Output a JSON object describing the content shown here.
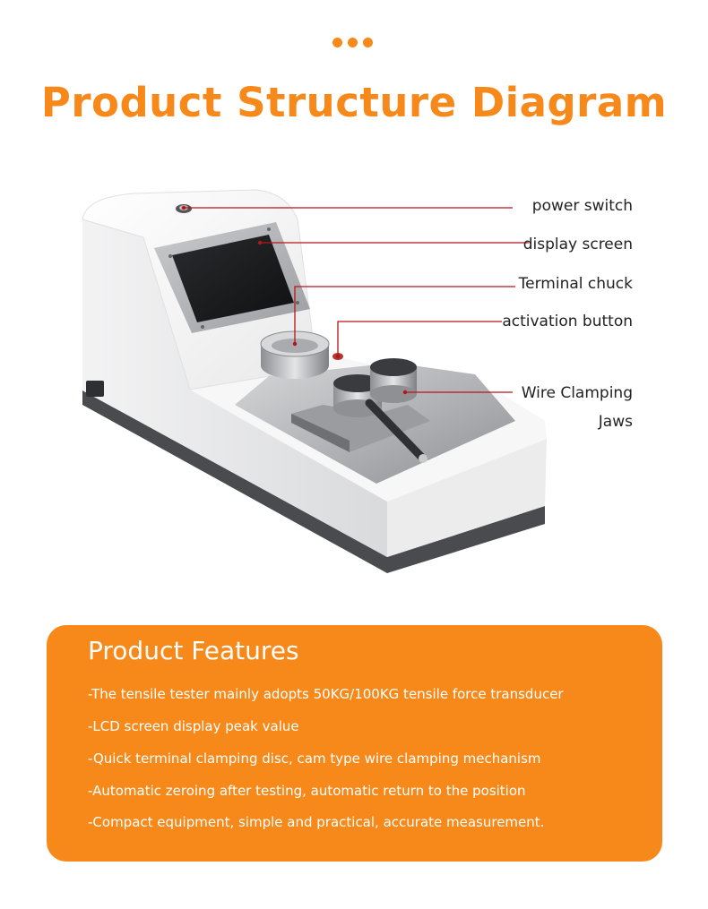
{
  "header": {
    "title": "Product Structure Diagram"
  },
  "diagram": {
    "labels": {
      "power_switch": "power switch",
      "display_screen": "display screen",
      "terminal_chuck": "Terminal chuck",
      "activation_button": "activation button",
      "wire_clamping_line1": "Wire Clamping",
      "wire_clamping_line2": "Jaws"
    },
    "leader_color": "#b5141c"
  },
  "features": {
    "title": "Product Features",
    "items": [
      "-The tensile tester mainly adopts 50KG/100KG tensile force transducer",
      "-LCD screen display peak value",
      "-Quick terminal clamping disc, cam type wire clamping mechanism",
      "-Automatic zeroing after testing, automatic return to the position",
      "-Compact equipment, simple and practical, accurate measurement."
    ]
  },
  "colors": {
    "accent": "#f7891b",
    "panel_text": "#ffffff"
  }
}
